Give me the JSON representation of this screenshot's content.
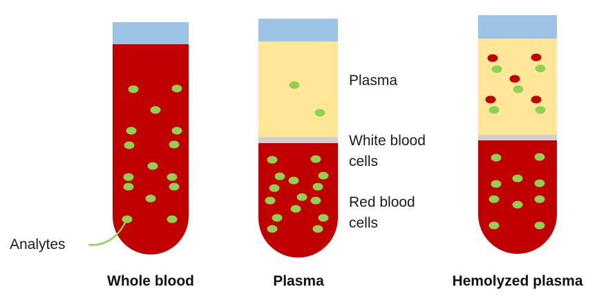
{
  "colors": {
    "cap": "#9dc3e6",
    "blood": "#c00000",
    "plasma": "#ffe699",
    "buffy_coat": "#d0cece",
    "analyte": "#92d050",
    "free_hemoglobin": "#c00000",
    "text": "#1a1a1a"
  },
  "annotations": {
    "analytes": "Analytes",
    "plasma": "Plasma",
    "white_blood_cells_line1": "White blood",
    "white_blood_cells_line2": "cells",
    "red_blood_cells_line1": "Red blood",
    "red_blood_cells_line2": "cells"
  },
  "tubes": [
    {
      "title": "Whole blood",
      "layers": [
        "cap",
        "whole blood"
      ],
      "analyte_count": 15
    },
    {
      "title": "Plasma",
      "layers": [
        "cap",
        "plasma",
        "white blood cells",
        "red blood cells"
      ],
      "plasma_analyte_count": 2,
      "rbc_analyte_count": 15
    },
    {
      "title": "Hemolyzed plasma",
      "layers": [
        "cap",
        "plasma",
        "white blood cells",
        "red blood cells"
      ],
      "plasma_analyte_count": 5,
      "plasma_red_particle_count": 5,
      "rbc_analyte_count": 10
    }
  ]
}
